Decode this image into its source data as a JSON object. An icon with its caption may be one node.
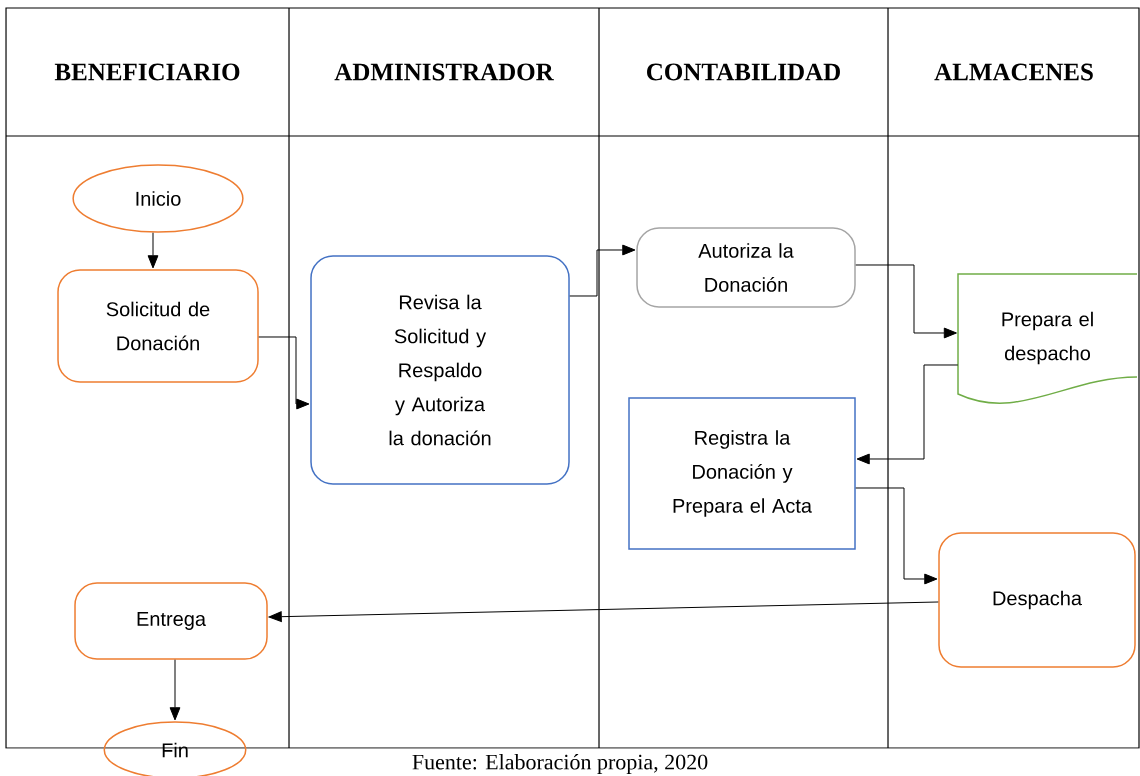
{
  "diagram": {
    "caption": "Fuente: Elaboración propia, 2020",
    "nodes": [
      {
        "text": [
          "Inicio"
        ]
      },
      {
        "text": [
          "Solicitud de Donación"
        ]
      },
      {
        "text": [
          "Revisa la Solicitud y Respaldo y Autoriza la donación"
        ]
      },
      {
        "text": [
          "Autoriza la Donación"
        ]
      },
      {
        "text": [
          "Prepara el despacho"
        ]
      },
      {
        "text": [
          "Registra la Donación y Prepara el Acta"
        ]
      },
      {
        "text": [
          "Despacha"
        ]
      },
      {
        "text": [
          "Entrega"
        ]
      },
      {
        "text": [
          "Fin"
        ]
      }
    ],
    "edges": [
      {
        "from": 0,
        "to": 1,
        "arrow": "to"
      },
      {
        "from": 1,
        "to": 2,
        "arrow": "to"
      },
      {
        "from": 2,
        "to": 3,
        "arrow": "to"
      },
      {
        "from": 3,
        "to": 4,
        "arrow": "to"
      },
      {
        "from": 4,
        "to": 5,
        "arrow": "to"
      },
      {
        "from": 5,
        "to": 6,
        "arrow": "to"
      },
      {
        "from": 6,
        "to": 7,
        "arrow": "to"
      },
      {
        "from": 7,
        "to": 8,
        "arrow": "to"
      }
    ],
    "labels": [
      "BENEFICIARIO",
      "ADMINISTRADOR",
      "CONTABILIDAD",
      "ALMACENES"
    ]
  }
}
